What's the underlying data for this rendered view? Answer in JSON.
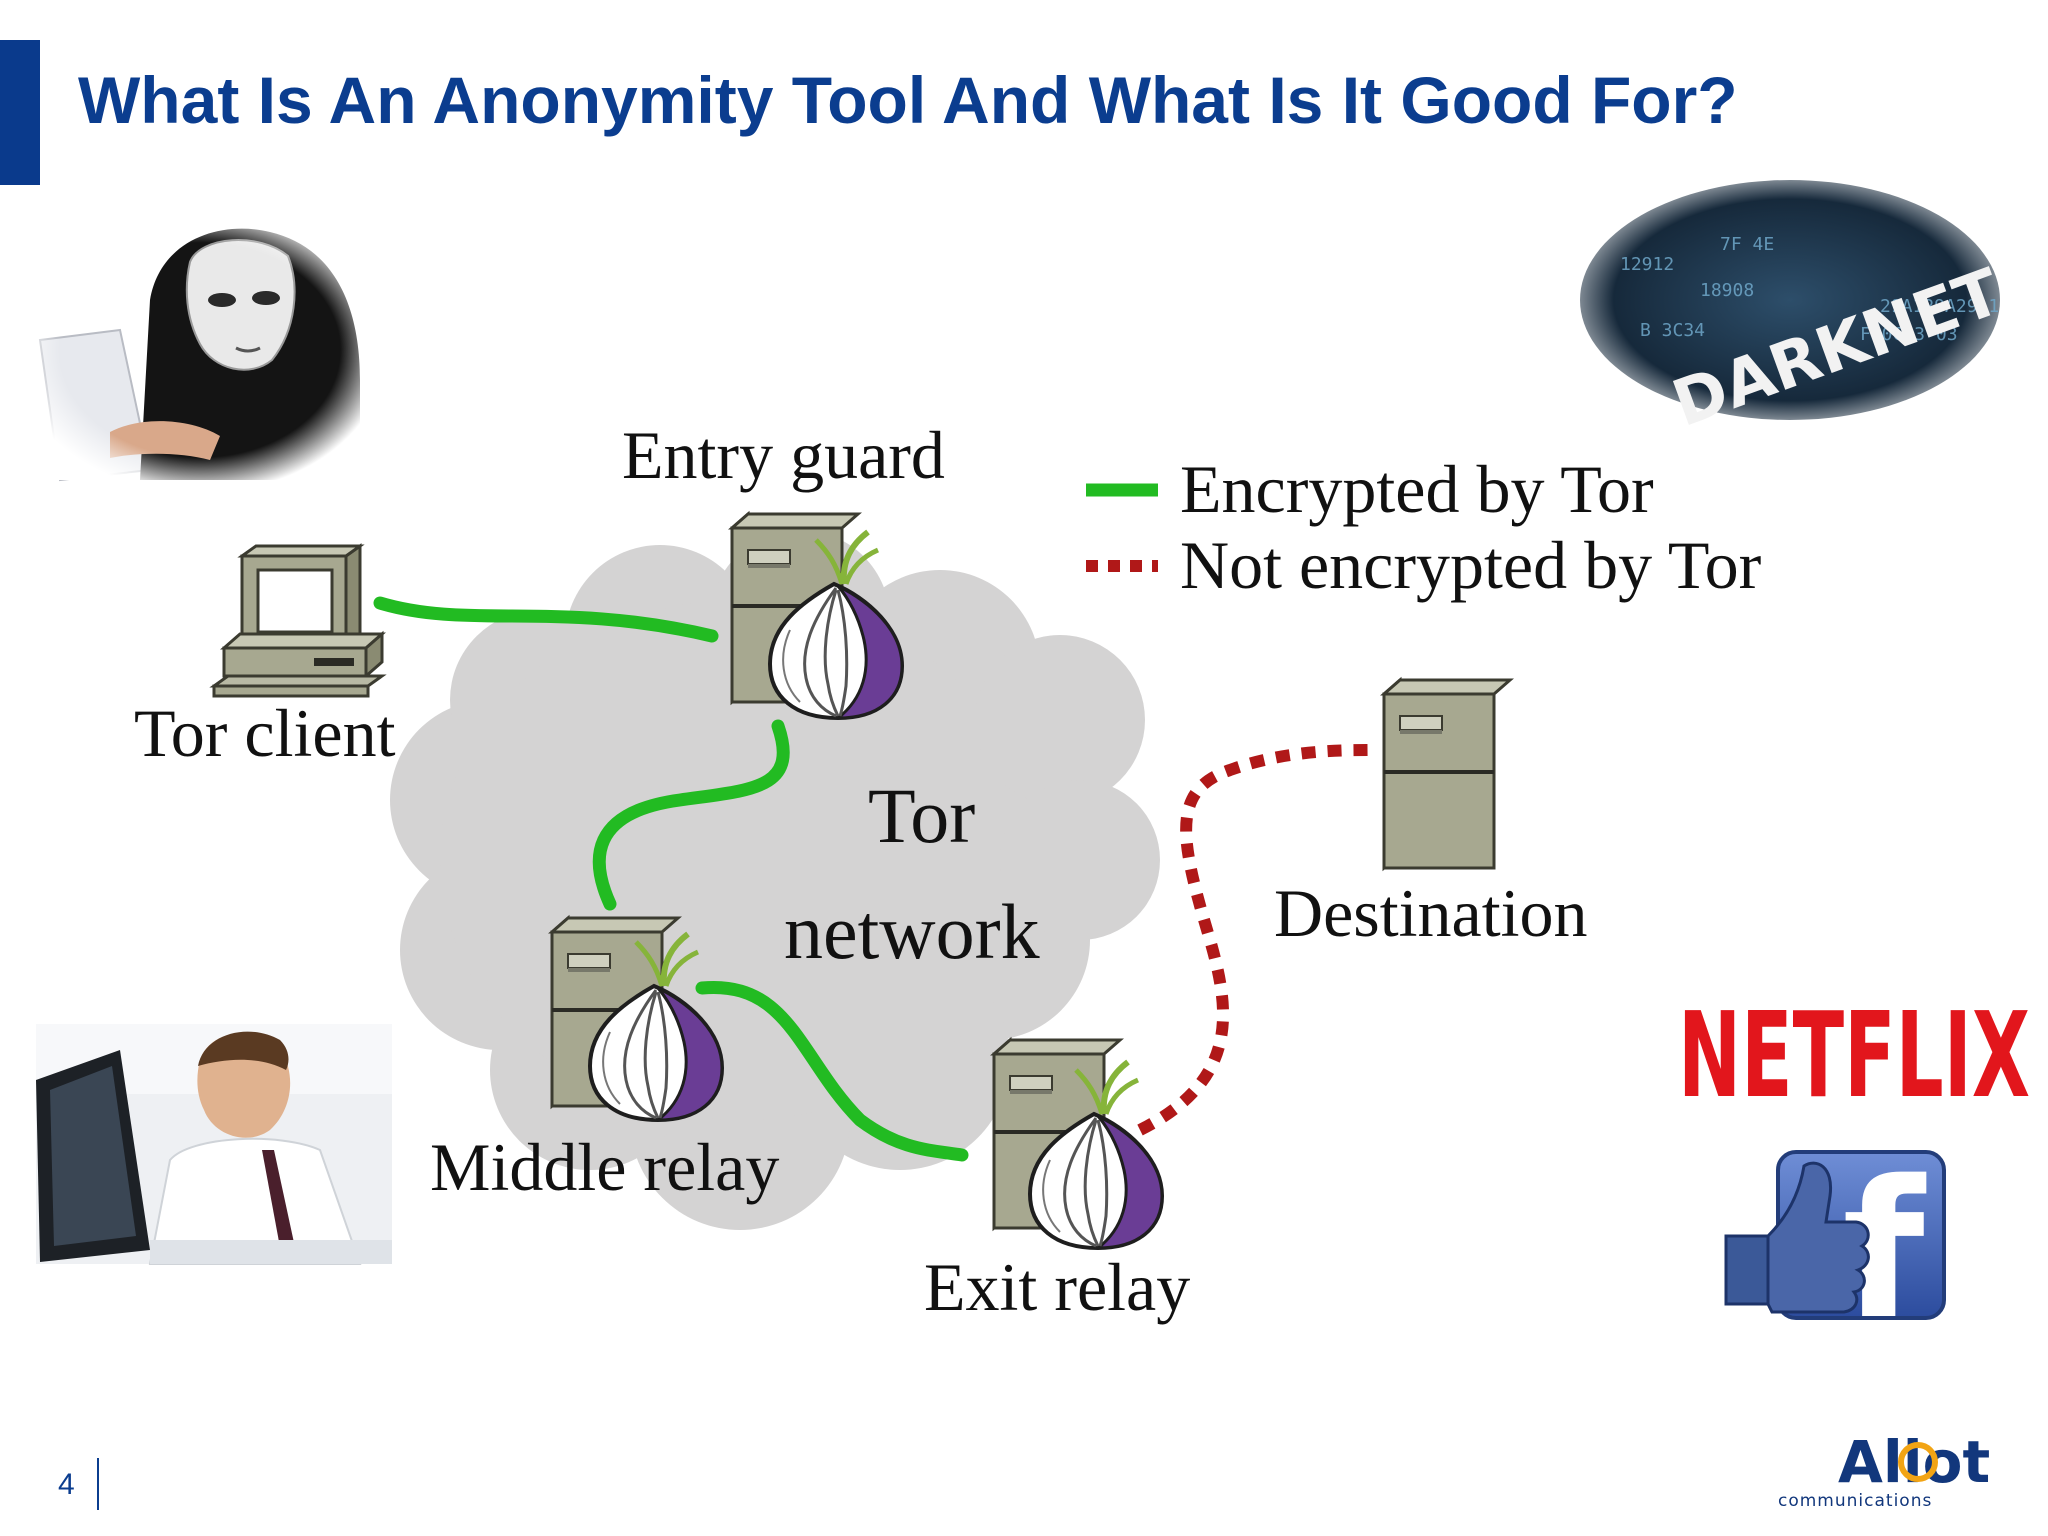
{
  "slide": {
    "title": "What Is An Anonymity Tool And What Is It Good For?",
    "page_number": "4"
  },
  "diagram": {
    "nodes": {
      "tor_client": "Tor client",
      "entry_guard": "Entry guard",
      "middle_relay": "Middle relay",
      "exit_relay": "Exit relay",
      "destination": "Destination"
    },
    "network_label_line1": "Tor",
    "network_label_line2": "network",
    "legend": {
      "encrypted": "Encrypted by Tor",
      "not_encrypted": "Not encrypted by Tor"
    },
    "colors": {
      "encrypted_line": "#22bb22",
      "not_encrypted_line": "#b01818",
      "cloud": "#d4d3d3",
      "server": "#a7a890",
      "onion_purple": "#6a3d95",
      "title_blue": "#0b3d8f"
    }
  },
  "images": {
    "netflix_logo": "NETFLIX",
    "darknet_banner": "DARKNET",
    "facebook_letter": "f",
    "company_logo_main": "Allot",
    "company_logo_sub": "communications"
  }
}
